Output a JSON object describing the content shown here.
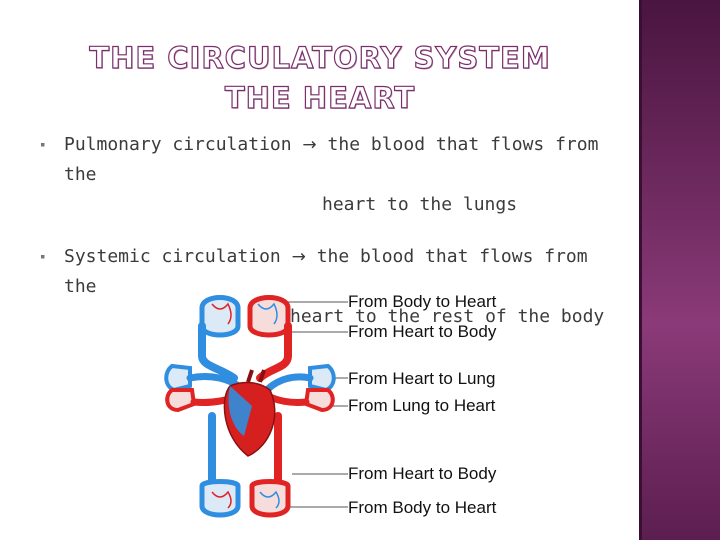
{
  "slide": {
    "title_line1": "THE CIRCULATORY SYSTEM",
    "title_line2": "THE HEART",
    "bullets": [
      {
        "term": "Pulmonary circulation",
        "arrow": "→",
        "text_line1": "the blood that flows from the",
        "text_line2": "heart to the lungs"
      },
      {
        "term": "Systemic circulation",
        "arrow": "→",
        "text_line1": "the blood that flows from the",
        "text_line2": "heart to the rest of the body"
      }
    ],
    "diagram_labels": [
      "From Body to Heart",
      "From Heart to Body",
      "From Heart to Lung",
      "From Lung to Heart",
      "From Heart to Body",
      "From Body to Heart"
    ],
    "colors": {
      "deoxygenated": "#2f8ee0",
      "oxygenated": "#e02323",
      "accent": "#7a2f6a"
    }
  }
}
